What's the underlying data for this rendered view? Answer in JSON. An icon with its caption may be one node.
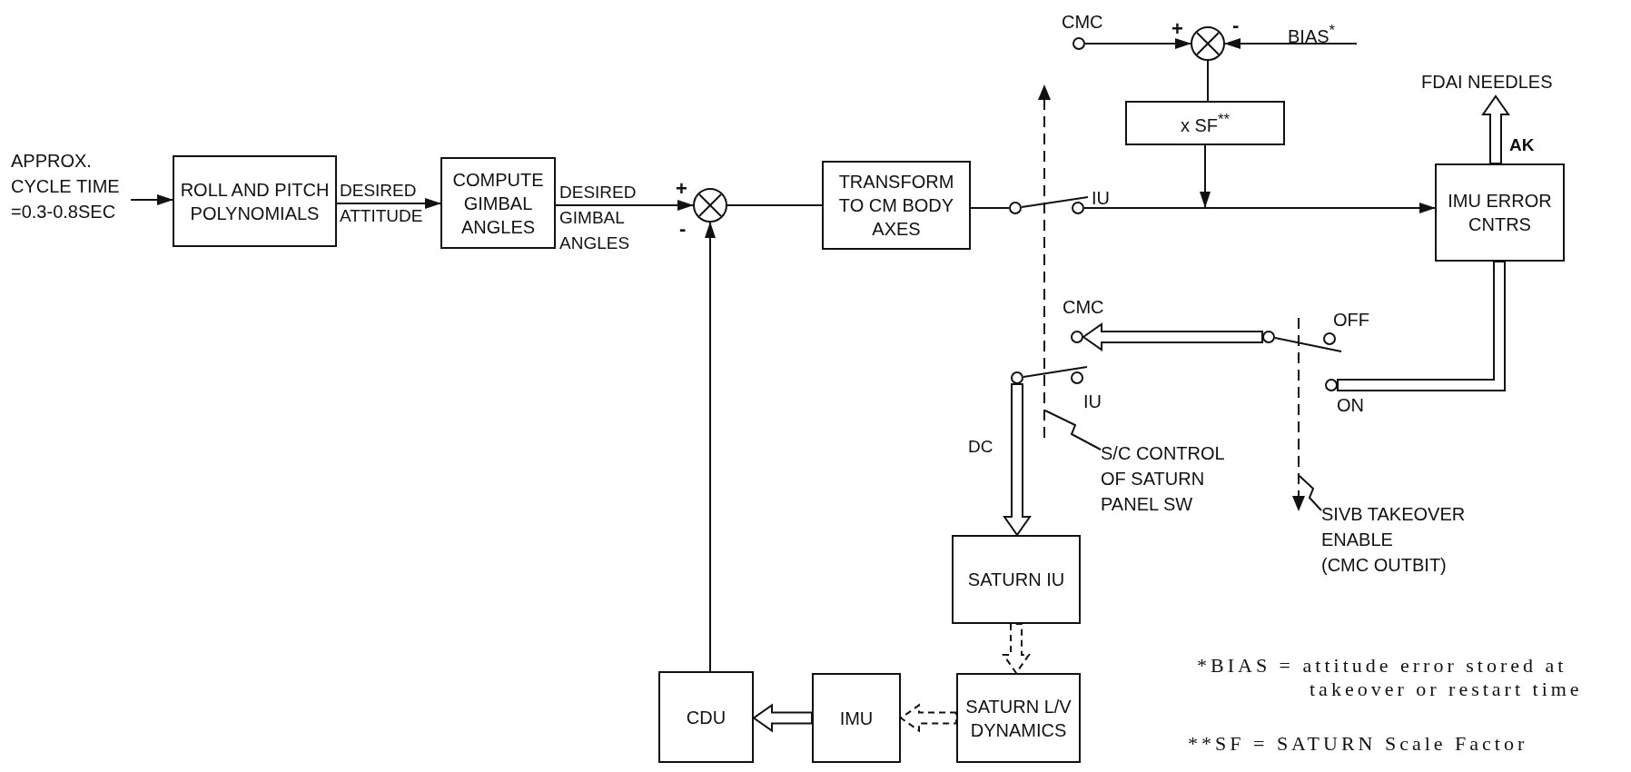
{
  "diagram": {
    "nodes": [
      {
        "text": [
          "APPROX. CYCLE TIME =0.3-0.8SEC"
        ]
      },
      {
        "text": [
          "ROLL AND PITCH POLYNOMIALS"
        ]
      },
      {
        "text": [
          "COMPUTE GIMBAL ANGLES"
        ]
      },
      {
        "text": [],
        "shape": "junction"
      },
      {
        "text": [
          "TRANSFORM TO CM BODY AXES"
        ]
      },
      {
        "text": [],
        "shape": "circle"
      },
      {
        "text": [],
        "shape": "circle",
        "beside": [
          "IU"
        ]
      },
      {
        "text": [],
        "shape": "circle",
        "beside": [
          "CMC"
        ]
      },
      {
        "text": [],
        "shape": "junction"
      },
      {
        "text": [
          "BIAS$^{*}$"
        ]
      },
      {
        "text": [
          "x SF$^{**}$"
        ]
      },
      {
        "text": [
          "IMU ERROR CNTRS"
        ]
      },
      {
        "text": [
          "FDAI NEEDLES"
        ]
      },
      {
        "text": [],
        "shape": "circle",
        "beside": [
          "CMC"
        ]
      },
      {
        "text": [],
        "shape": "circle"
      },
      {
        "text": [],
        "shape": "circle",
        "beside": [
          "OFF"
        ]
      },
      {
        "text": [],
        "shape": "circle",
        "beside": [
          "ON"
        ]
      },
      {
        "text": [],
        "shape": "circle"
      },
      {
        "text": [],
        "shape": "circle",
        "beside": [
          "IU"
        ]
      },
      {
        "text": [
          "SATURN IU"
        ]
      },
      {
        "text": [
          "SATURN L/V DYNAMICS"
        ]
      },
      {
        "text": [
          "IMU"
        ]
      },
      {
        "text": [
          "CDU"
        ]
      },
      {
        "text": [
          "S/C CONTROL OF SATURN PANEL SW"
        ]
      },
      {
        "text": [
          "SIVB TAKEOVER ENABLE",
          "(CMC OUTBIT)"
        ]
      }
    ],
    "edges": [
      {
        "from": 0,
        "to": 1,
        "arrow": "to"
      },
      {
        "from": 1,
        "to": 2,
        "arrow": "to",
        "label": "DESIRED ATTITUDE"
      },
      {
        "from": 2,
        "to": 3,
        "arrow": "to",
        "label": "DESIRED GIMBAL ANGLES"
      },
      {
        "from": 3,
        "to": 4,
        "arrow": "none"
      },
      {
        "from": 4,
        "to": 5,
        "arrow": "none"
      },
      {
        "from": 6,
        "to": 11,
        "arrow": "to"
      },
      {
        "from": 7,
        "to": 8,
        "arrow": "to"
      },
      {
        "from": 9,
        "to": 8,
        "arrow": "to"
      },
      {
        "from": 8,
        "to": 10,
        "arrow": "none"
      },
      {
        "from": 10,
        "to": null,
        "arrow": "to"
      },
      {
        "from": 11,
        "to": 12,
        "arrow": "to",
        "style": "thick",
        "label": "AK"
      },
      {
        "from": 14,
        "to": 13,
        "arrow": "to",
        "style": "thick"
      },
      {
        "from": 11,
        "to": 16,
        "arrow": "none",
        "style": "thick"
      },
      {
        "from": 17,
        "to": 19,
        "arrow": "to",
        "style": "thick",
        "label": "DC"
      },
      {
        "from": 19,
        "to": 20,
        "arrow": "to",
        "style": "dashed"
      },
      {
        "from": 20,
        "to": 21,
        "arrow": "to",
        "style": "dashed"
      },
      {
        "from": 21,
        "to": 22,
        "arrow": "to",
        "style": "thick"
      },
      {
        "from": 22,
        "to": 3,
        "arrow": "to"
      },
      {
        "from": 23,
        "to": null,
        "arrow": "none"
      },
      {
        "from": 24,
        "to": null,
        "arrow": "none"
      },
      {
        "from": 5,
        "to": 6,
        "arrow": "none"
      },
      {
        "from": 17,
        "to": 18,
        "arrow": "none"
      },
      {
        "from": 14,
        "to": 15,
        "arrow": "none"
      }
    ],
    "labels": [
      "+",
      "-",
      "+",
      "-",
      "*BIAS = attitude error stored at takeover or restart time",
      "**SF = SATURN Scale Factor"
    ]
  }
}
